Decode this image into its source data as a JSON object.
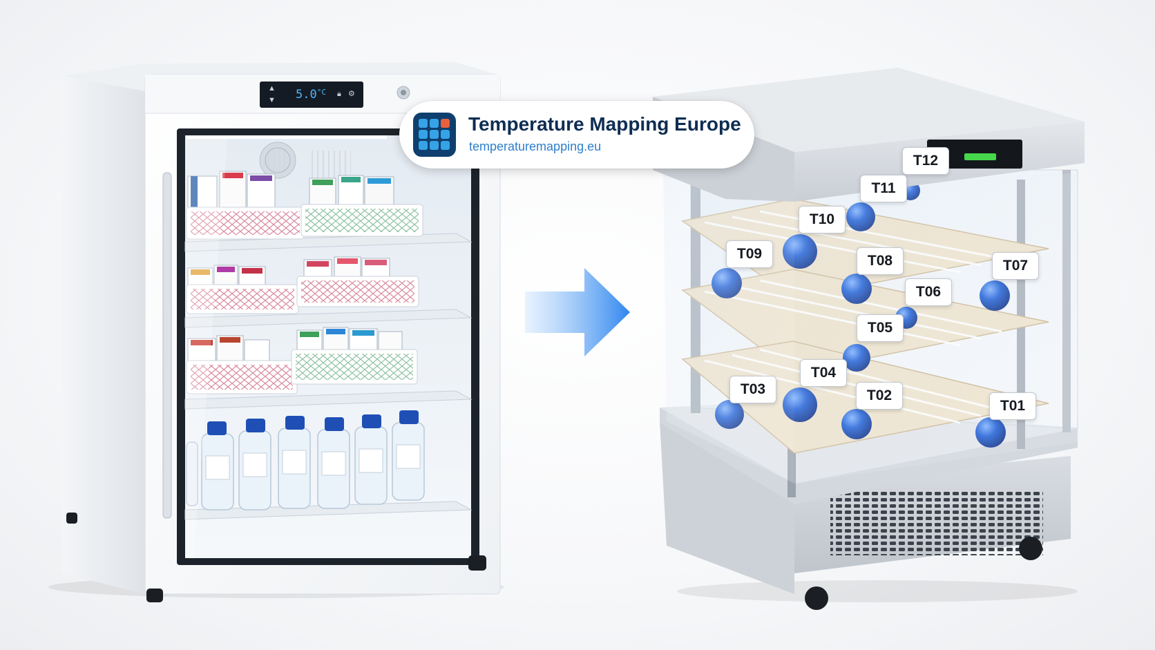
{
  "brand": {
    "name": "Temperature Mapping Europe",
    "url": "temperaturemapping.eu",
    "icon": "grid-logo-icon",
    "colors": {
      "dark": "#0f3f6e",
      "cell": "#36a3e6",
      "accent": "#e8603c"
    }
  },
  "fridge_display": {
    "temperature": "5.0",
    "unit": "°C"
  },
  "sensors": [
    "T01",
    "T02",
    "T03",
    "T04",
    "T05",
    "T06",
    "T07",
    "T08",
    "T09",
    "T10",
    "T11",
    "T12"
  ],
  "colors": {
    "probe": "#1f5fd6",
    "arrow": "#2f86ee",
    "shelf": "#e9dcc4"
  }
}
